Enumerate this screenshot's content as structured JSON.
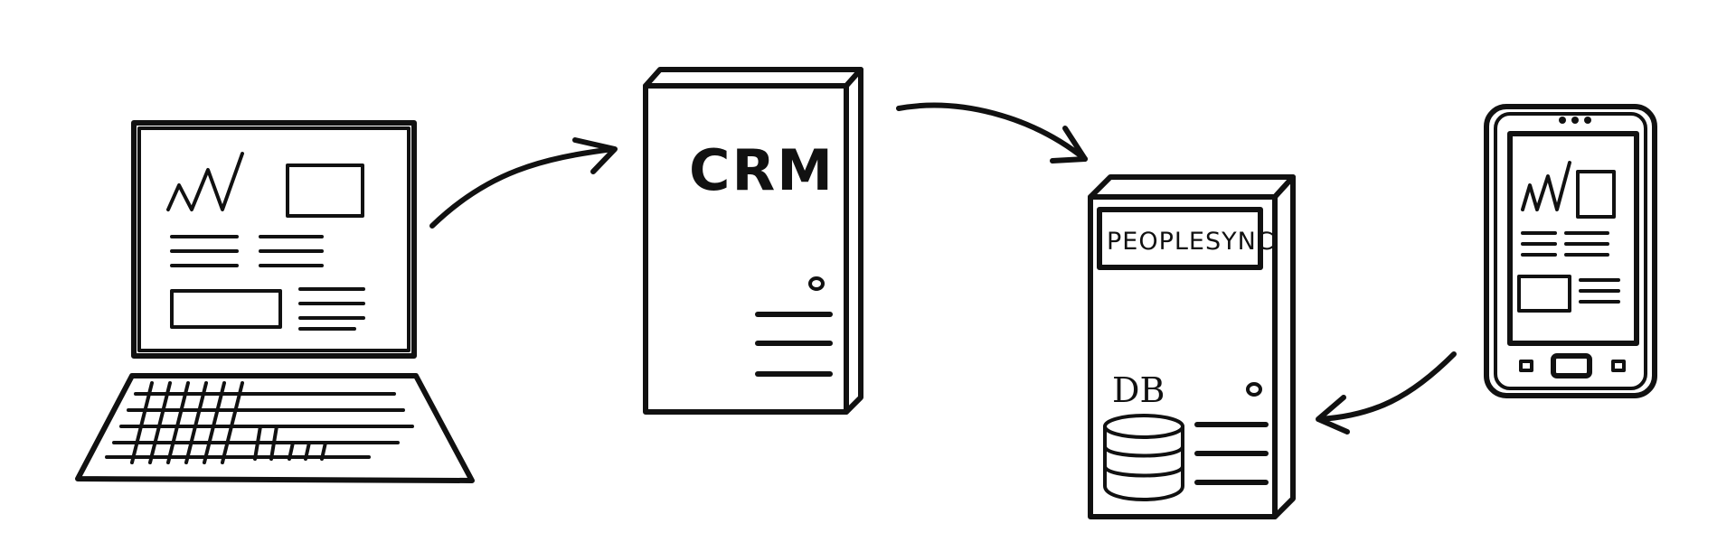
{
  "nodes": {
    "laptop": {
      "icon": "laptop-icon"
    },
    "crm": {
      "label": "CRM",
      "icon": "server-icon"
    },
    "peoplesync": {
      "label": "PEOPLESYNC",
      "db_label": "DB",
      "icon": "server-icon",
      "db_icon": "database-icon"
    },
    "phone": {
      "icon": "smartphone-icon"
    }
  },
  "edges": [
    {
      "from": "laptop",
      "to": "crm"
    },
    {
      "from": "crm",
      "to": "peoplesync"
    },
    {
      "from": "phone",
      "to": "peoplesync"
    }
  ],
  "colors": {
    "ink": "#111111",
    "background": "#ffffff"
  }
}
